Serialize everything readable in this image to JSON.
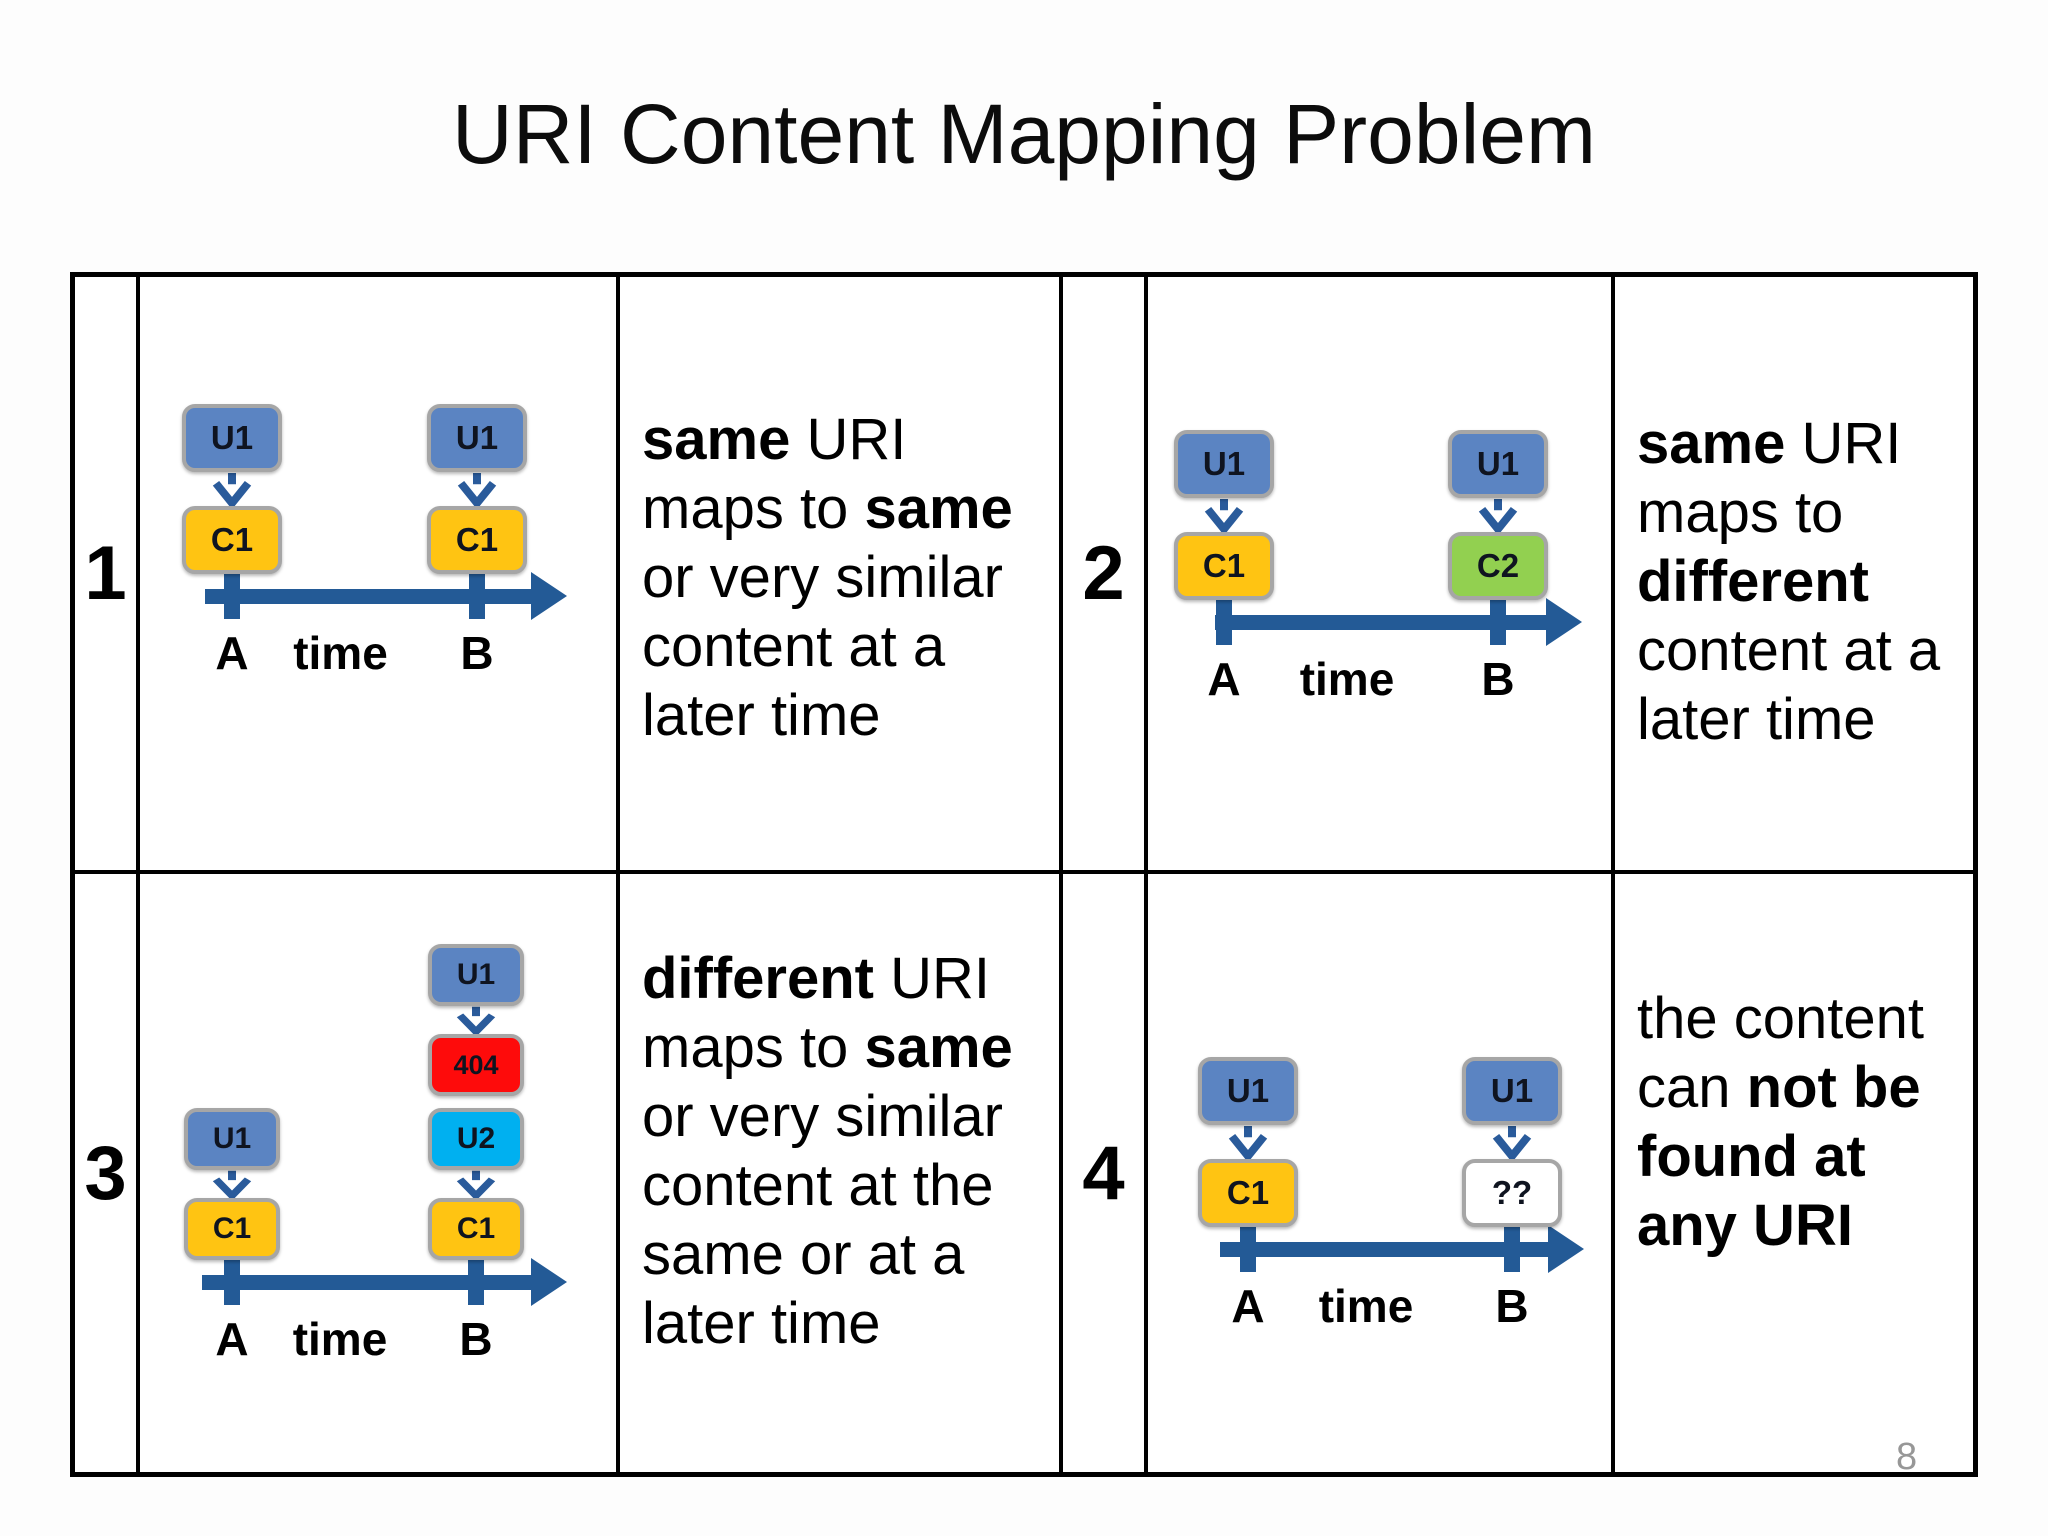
{
  "title": "URI Content Mapping Problem",
  "page_number": "8",
  "colors": {
    "uri_blue": "#5b84c2",
    "uri_cyan": "#00b0f0",
    "content_yellow": "#ffc412",
    "content_green": "#92d050",
    "error_red": "#fe0b0b",
    "unknown_white": "#ffffff",
    "timeline_navy": "#235a96",
    "arrow_blue": "#2a5b9b",
    "box_border_gray": "#a6a6a6",
    "grid_line_black": "#000000",
    "page_number_gray": "#979797"
  },
  "timeline_labels": {
    "start": "A",
    "mid": "time",
    "end": "B"
  },
  "quadrants": [
    {
      "number": "1",
      "description_lines": [
        [
          {
            "t": "same",
            "b": true
          },
          {
            "t": " URI",
            "b": false
          }
        ],
        [
          {
            "t": "maps to ",
            "b": false
          },
          {
            "t": "same",
            "b": true
          }
        ],
        [
          {
            "t": "or very similar",
            "b": false
          }
        ],
        [
          {
            "t": "content at a",
            "b": false
          }
        ],
        [
          {
            "t": "later time",
            "b": false
          }
        ]
      ],
      "diagram": {
        "stacks": [
          {
            "anchor": "A",
            "groups": [
              [
                {
                  "label": "U1",
                  "color": "uri_blue"
                },
                {
                  "label": "C1",
                  "color": "content_yellow"
                }
              ]
            ]
          },
          {
            "anchor": "B",
            "groups": [
              [
                {
                  "label": "U1",
                  "color": "uri_blue"
                },
                {
                  "label": "C1",
                  "color": "content_yellow"
                }
              ]
            ]
          }
        ]
      }
    },
    {
      "number": "2",
      "description_lines": [
        [
          {
            "t": "same",
            "b": true
          },
          {
            "t": " URI",
            "b": false
          }
        ],
        [
          {
            "t": "maps to",
            "b": false
          }
        ],
        [
          {
            "t": "different",
            "b": true
          }
        ],
        [
          {
            "t": "content at a",
            "b": false
          }
        ],
        [
          {
            "t": "later time",
            "b": false
          }
        ]
      ],
      "diagram": {
        "stacks": [
          {
            "anchor": "A",
            "groups": [
              [
                {
                  "label": "U1",
                  "color": "uri_blue"
                },
                {
                  "label": "C1",
                  "color": "content_yellow"
                }
              ]
            ]
          },
          {
            "anchor": "B",
            "groups": [
              [
                {
                  "label": "U1",
                  "color": "uri_blue"
                },
                {
                  "label": "C2",
                  "color": "content_green"
                }
              ]
            ]
          }
        ]
      }
    },
    {
      "number": "3",
      "description_lines": [
        [
          {
            "t": "different",
            "b": true
          },
          {
            "t": " URI",
            "b": false
          }
        ],
        [
          {
            "t": "maps to ",
            "b": false
          },
          {
            "t": "same",
            "b": true
          }
        ],
        [
          {
            "t": "or very similar",
            "b": false
          }
        ],
        [
          {
            "t": "content at the",
            "b": false
          }
        ],
        [
          {
            "t": "same or at a",
            "b": false
          }
        ],
        [
          {
            "t": "later time",
            "b": false
          }
        ]
      ],
      "diagram": {
        "stacks": [
          {
            "anchor": "A",
            "groups": [
              [
                {
                  "label": "U1",
                  "color": "uri_blue"
                },
                {
                  "label": "C1",
                  "color": "content_yellow"
                }
              ]
            ]
          },
          {
            "anchor": "B",
            "groups": [
              [
                {
                  "label": "U1",
                  "color": "uri_blue"
                },
                {
                  "label": "404",
                  "color": "error_red"
                }
              ],
              [
                {
                  "label": "U2",
                  "color": "uri_cyan"
                },
                {
                  "label": "C1",
                  "color": "content_yellow"
                }
              ]
            ]
          }
        ]
      }
    },
    {
      "number": "4",
      "description_lines": [
        [
          {
            "t": "the content",
            "b": false
          }
        ],
        [
          {
            "t": "can ",
            "b": false
          },
          {
            "t": "not be",
            "b": true
          }
        ],
        [
          {
            "t": "found at",
            "b": true
          }
        ],
        [
          {
            "t": "any URI",
            "b": true
          }
        ]
      ],
      "diagram": {
        "stacks": [
          {
            "anchor": "A",
            "groups": [
              [
                {
                  "label": "U1",
                  "color": "uri_blue"
                },
                {
                  "label": "C1",
                  "color": "content_yellow"
                }
              ]
            ]
          },
          {
            "anchor": "B",
            "groups": [
              [
                {
                  "label": "U1",
                  "color": "uri_blue"
                },
                {
                  "label": "??",
                  "color": "unknown_white"
                }
              ]
            ]
          }
        ]
      }
    }
  ]
}
